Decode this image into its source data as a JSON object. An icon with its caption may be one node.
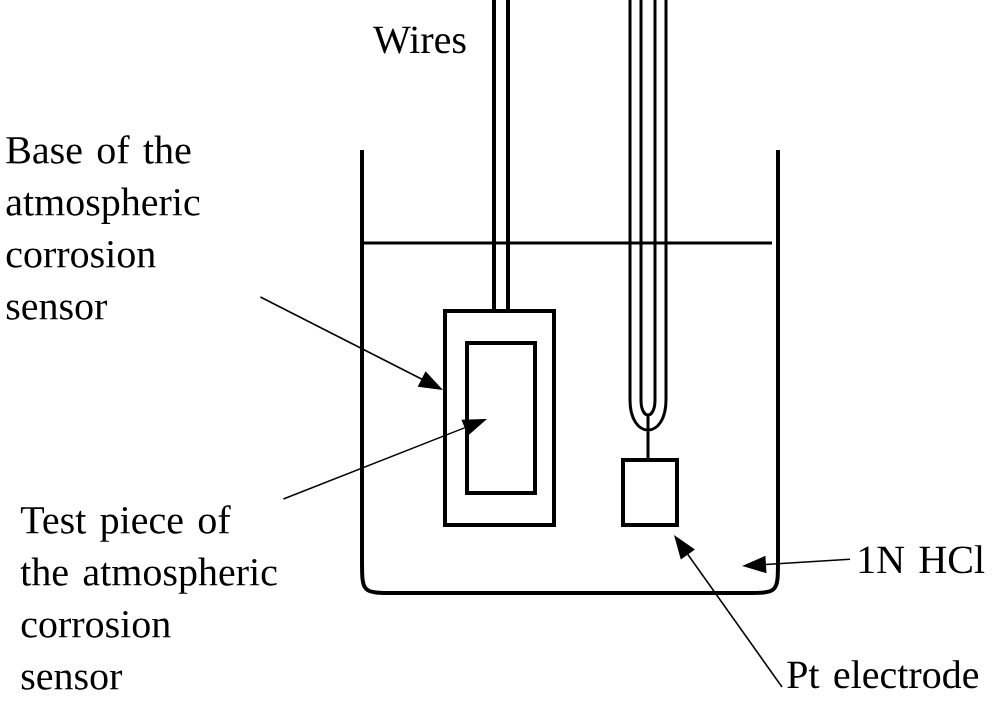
{
  "diagram": {
    "nodes": [
      {
        "text": [
          "Base of the atmospheric corrosion sensor"
        ]
      },
      {
        "text": [],
        "shape": "box"
      },
      {
        "text": [],
        "shape": "box",
        "in": 1
      },
      {
        "text": [
          "Test piece of the atmospheric corrosion sensor"
        ]
      },
      {
        "text": [],
        "shape": "box"
      },
      {
        "text": [
          "Pt electrode"
        ]
      },
      {
        "text": [
          "1N HCl"
        ]
      }
    ],
    "edges": [
      {
        "from": 0,
        "to": 1,
        "arrow": "to"
      },
      {
        "from": 3,
        "to": 2,
        "arrow": "to"
      },
      {
        "from": 5,
        "to": 4,
        "arrow": "to"
      },
      {
        "from": 6,
        "to": null,
        "arrow": "to"
      }
    ],
    "labels": [
      "Wires"
    ]
  }
}
